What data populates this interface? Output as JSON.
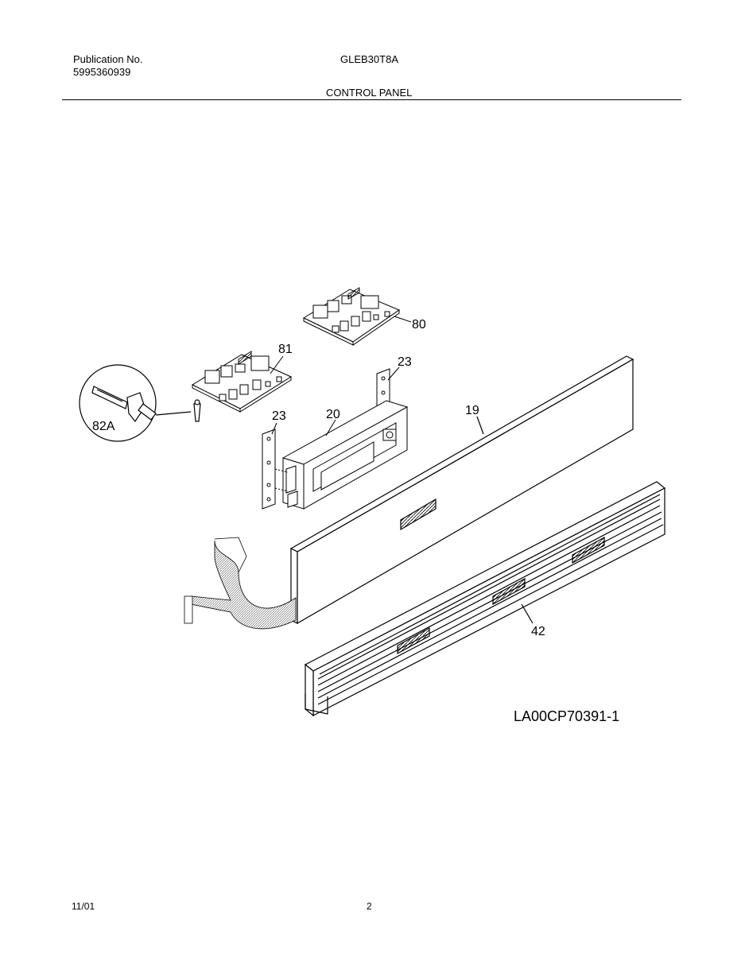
{
  "header": {
    "publication_label": "Publication No.",
    "publication_number": "5995360939",
    "model": "GLEB30T8A",
    "section": "CONTROL PANEL"
  },
  "diagram": {
    "callouts": {
      "p80": "80",
      "p81": "81",
      "p82A": "82A",
      "p23a": "23",
      "p23b": "23",
      "p20": "20",
      "p19": "19",
      "p42": "42"
    },
    "drawing_code": "LA00CP70391-1"
  },
  "footer": {
    "date": "11/01",
    "page": "2"
  }
}
